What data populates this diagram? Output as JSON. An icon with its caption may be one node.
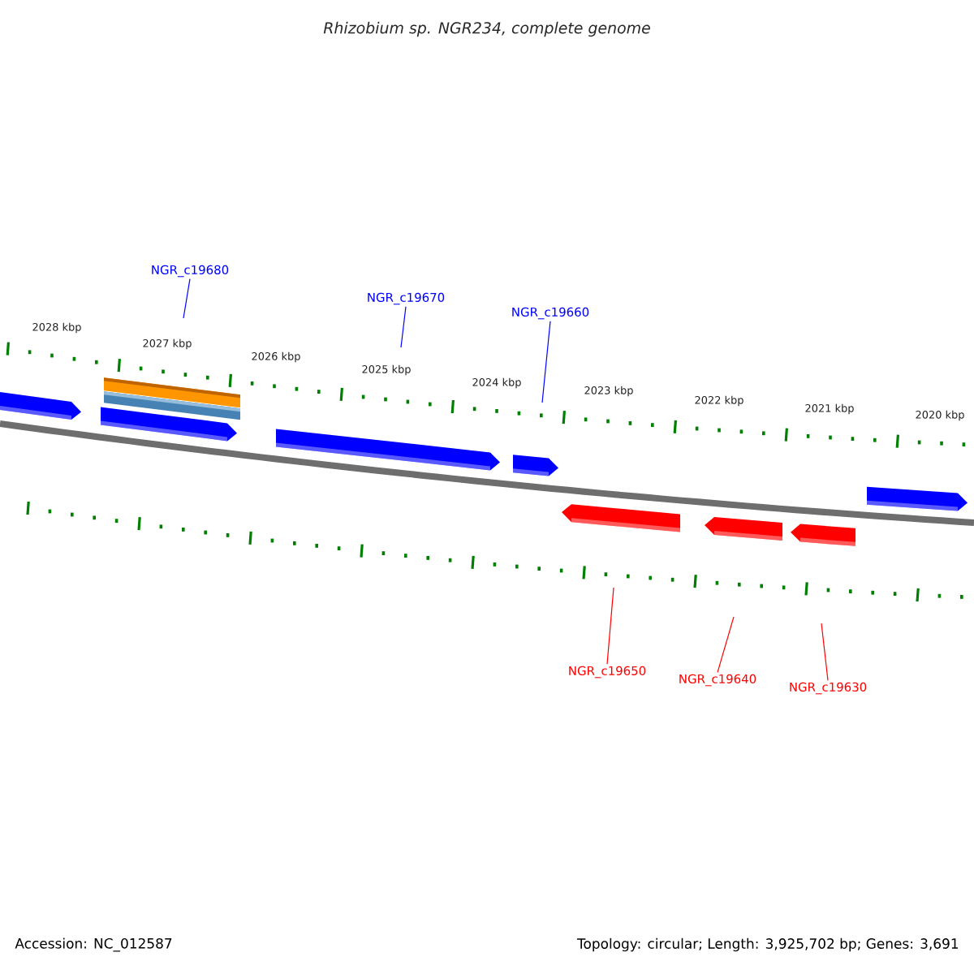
{
  "diagram": {
    "title": "*Rhizobium sp. NGR234, complete genome*",
    "nodes": [
      {
        "text": [
          "NGR_c19680"
        ]
      },
      {
        "text": [
          "NGR_c19670"
        ]
      },
      {
        "text": [
          "NGR_c19660"
        ]
      },
      {
        "text": [
          "NGR_c19650"
        ]
      },
      {
        "text": [
          "NGR_c19640"
        ]
      },
      {
        "text": [
          "NGR_c19630"
        ]
      }
    ],
    "edges": [
      {
        "from": 0,
        "to": null,
        "arrow": "none",
        "color": "#0000ff"
      },
      {
        "from": 1,
        "to": null,
        "arrow": "none",
        "color": "#0000ff"
      },
      {
        "from": 2,
        "to": null,
        "arrow": "none",
        "color": "#0000ff"
      },
      {
        "from": 3,
        "to": null,
        "arrow": "none",
        "color": "#ff0000"
      },
      {
        "from": 4,
        "to": null,
        "arrow": "none",
        "color": "#ff0000"
      },
      {
        "from": 5,
        "to": null,
        "arrow": "none",
        "color": "#ff0000"
      }
    ],
    "labels": [
      "2028 kbp",
      "2027 kbp",
      "2026 kbp",
      "2025 kbp",
      "2024 kbp",
      "2023 kbp",
      "2022 kbp",
      "2021 kbp",
      "2020 kbp",
      "Accession: NC_012587",
      "Topology: circular; Length: 3,925,702 bp; Genes: 3,691"
    ]
  }
}
